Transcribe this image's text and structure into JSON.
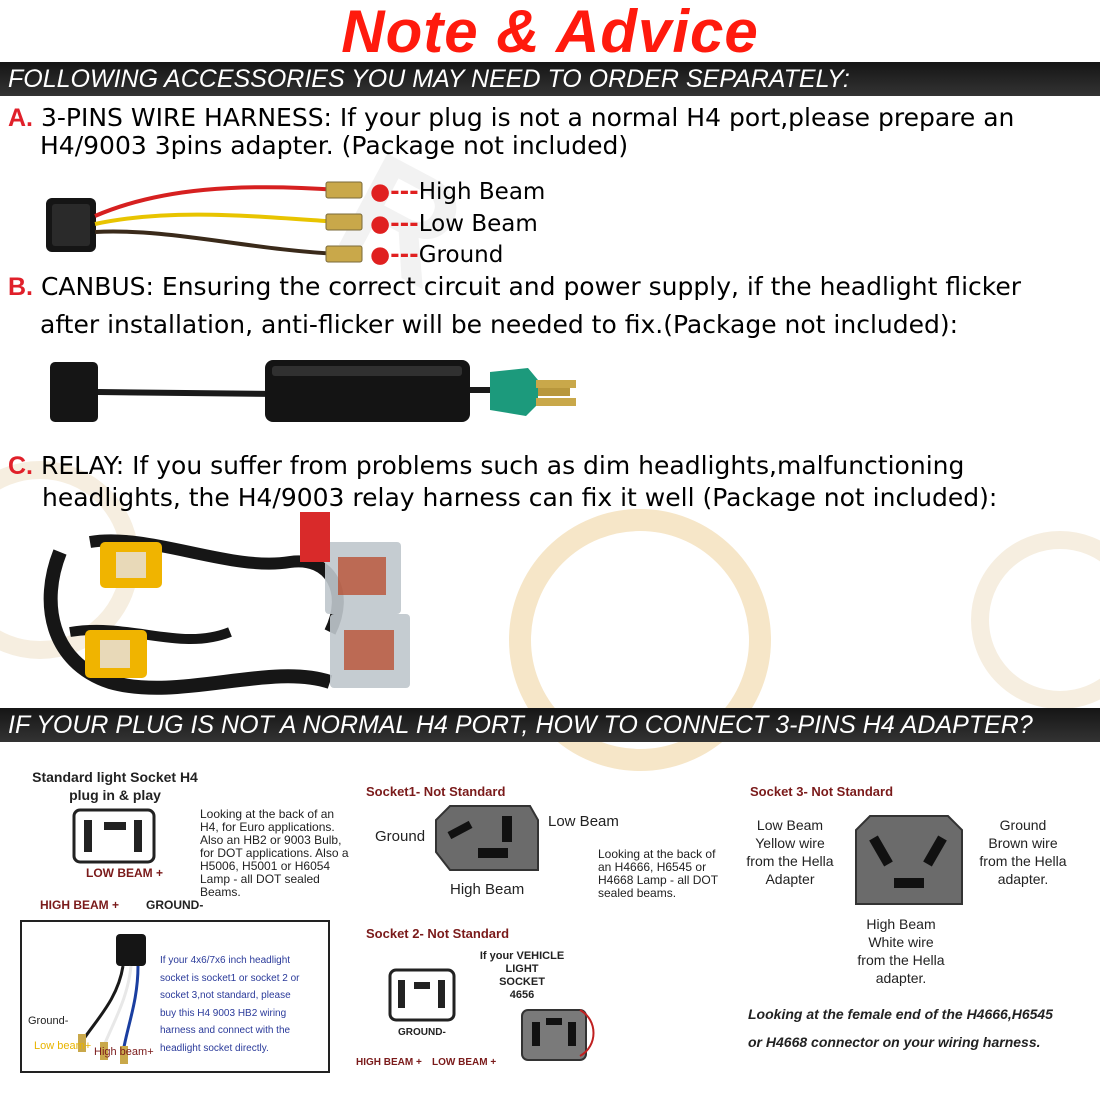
{
  "title": "Note & Advice",
  "banner1": "FOLLOWING ACCESSORIES YOU MAY NEED TO ORDER SEPARATELY:",
  "sectionA": {
    "letter": "A.",
    "line1": "3-PINS WIRE HARNESS:  If your plug is not a normal H4 port,please prepare an",
    "line2": "H4/9003 3pins adapter. (Package not included)",
    "callouts": [
      "High Beam",
      "Low Beam",
      "Ground"
    ]
  },
  "sectionB": {
    "letter": "B.",
    "line1": "CANBUS: Ensuring the correct circuit and power supply, if the headlight flicker",
    "line2": "after installation, anti-flicker will be needed to fix.(Package not included):"
  },
  "sectionC": {
    "letter": "C.",
    "line1": "RELAY: If you suffer from problems such as dim headlights,malfunctioning",
    "line2": "headlights, the H4/9003 relay harness can fix it well (Package not included):"
  },
  "banner2": "IF YOUR PLUG IS NOT A NORMAL H4 PORT, HOW TO CONNECT 3-PINS H4 ADAPTER?",
  "standard": {
    "heading1": "Standard light Socket H4",
    "heading2": "plug in & play",
    "low_beam": "LOW BEAM +",
    "high_beam": "HIGH BEAM +",
    "ground": "GROUND-",
    "note": [
      "Looking at the back of an",
      "H4, for Euro applications.",
      "Also an HB2 or 9003 Bulb,",
      "for DOT applications. Also a",
      "H5006, H5001 or H6054",
      "Lamp - all DOT sealed",
      "Beams."
    ]
  },
  "adapter_box": {
    "ground": "Ground-",
    "low_beam": "Low beam+",
    "high_beam": "High beam+",
    "text": [
      "If your 4x6/7x6 inch headlight",
      "socket is socket1 or socket 2 or",
      "socket 3,not standard, please",
      "buy this H4 9003 HB2 wiring",
      "harness and connect with the",
      "headlight socket directly."
    ]
  },
  "socket1": {
    "title": "Socket1- Not Standard",
    "ground": "Ground",
    "low_beam": "Low Beam",
    "high_beam": "High Beam",
    "note": [
      "Looking at the back of",
      "an H4666, H6545 or",
      "H4668 Lamp - all DOT",
      "sealed beams."
    ]
  },
  "socket2": {
    "title": "Socket 2- Not Standard",
    "vehicle": [
      "If your VEHICLE",
      "LIGHT",
      "SOCKET",
      "4656"
    ],
    "ground": "GROUND-",
    "high_beam": "HIGH BEAM +",
    "low_beam": "LOW BEAM +"
  },
  "socket3": {
    "title": "Socket 3- Not Standard",
    "low_beam": [
      "Low Beam",
      "Yellow wire",
      "from the Hella",
      "Adapter"
    ],
    "ground": [
      "Ground",
      "Brown wire",
      "from the Hella",
      "adapter."
    ],
    "high_beam": [
      "High Beam",
      "White wire",
      "from the Hella",
      "adapter."
    ]
  },
  "footer_note": [
    "Looking at the female end of the H4666,H6545",
    "or H4668 connector on your wiring harness."
  ],
  "colors": {
    "title": "#ff1a0d",
    "banner": "#1c1c1c",
    "letter": "#e0202a",
    "socket_gray": "#6b6b6b"
  }
}
